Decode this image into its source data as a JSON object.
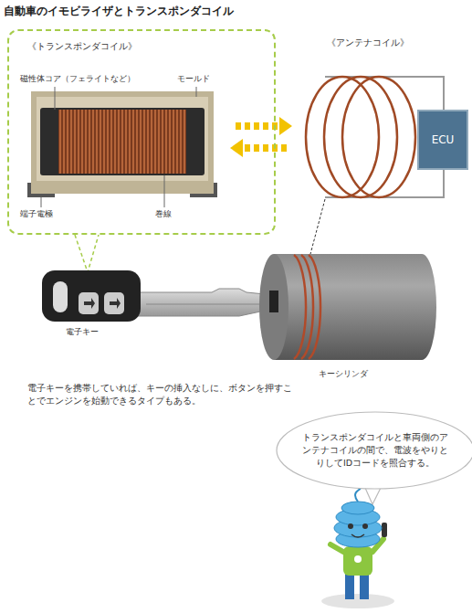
{
  "diagram": {
    "title": "自動車のイモビライザとトランスポンダコイル",
    "nodes": [
      {
        "text": [
          "《トランスポンダコイル》"
        ]
      },
      {
        "text": [
          "ECU"
        ]
      },
      {
        "text": [
          "トランスポンダコイルと車両側のアンテナコイルの間で、電波をやりとりしてIDコードを照合する。"
        ]
      }
    ],
    "labels": [
      "《アンテナコイル》",
      "磁性体コア（フェライトなど）",
      "モールド",
      "端子電極",
      "巻線",
      "電子キー",
      "キーシリンダ",
      "電子キーを携帯していれば、キーの挿入なしに、ボタンを押すことでエンジンを始動できるタイプもある。"
    ]
  }
}
